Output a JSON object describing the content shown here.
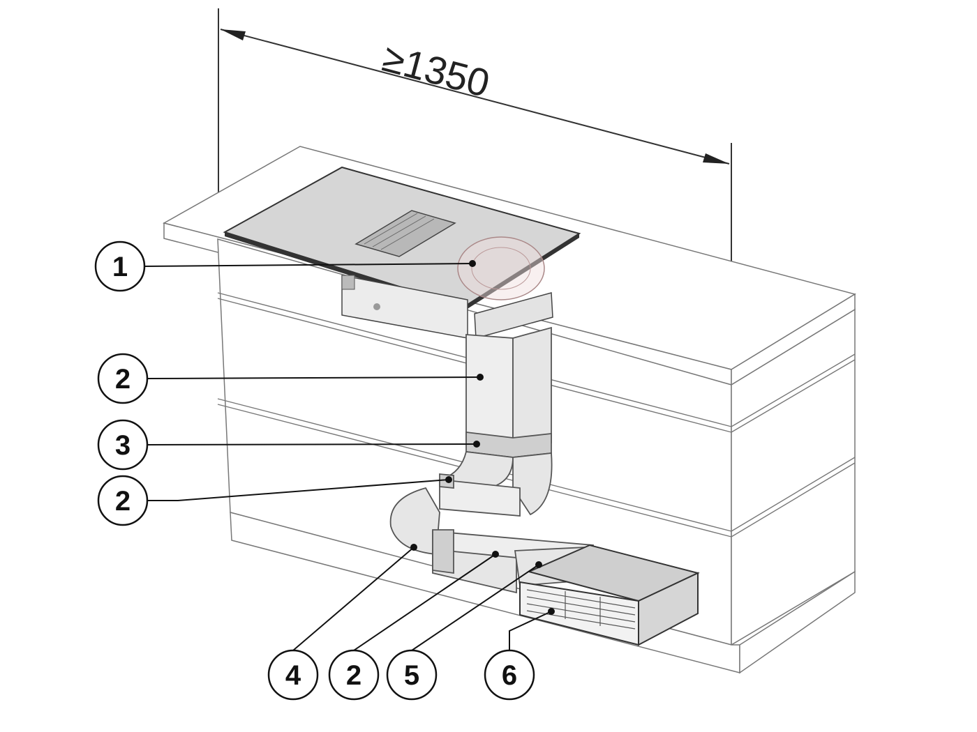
{
  "dimension": {
    "label": "≥1350"
  },
  "callouts": [
    {
      "id": "c1",
      "label": "1"
    },
    {
      "id": "c2a",
      "label": "2"
    },
    {
      "id": "c3",
      "label": "3"
    },
    {
      "id": "c2b",
      "label": "2"
    },
    {
      "id": "c4",
      "label": "4"
    },
    {
      "id": "c2c",
      "label": "2"
    },
    {
      "id": "c5",
      "label": "5"
    },
    {
      "id": "c6",
      "label": "6"
    }
  ]
}
